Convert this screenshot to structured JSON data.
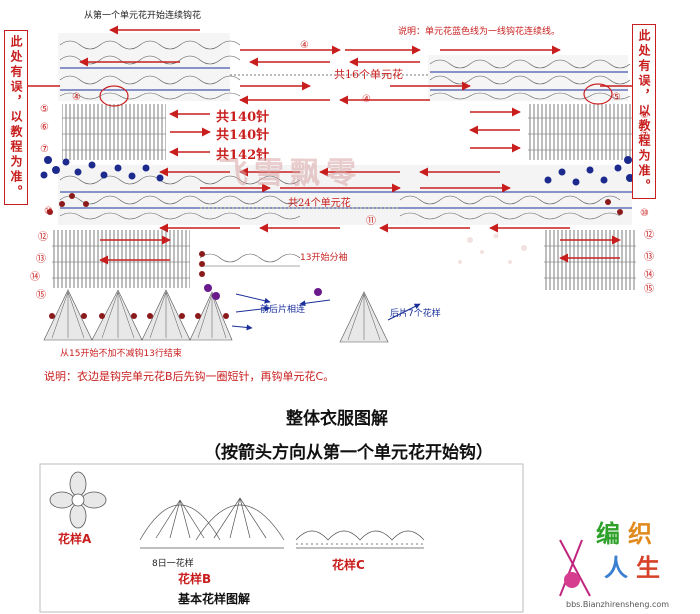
{
  "notes": {
    "left_box": "此处有误，以教程为准。",
    "right_box": "此处有误，以教程为准。",
    "top_start": "从第一个单元花开始连续钩花",
    "top_explain": "说明：单元花蓝色线为一线钩花连续线。",
    "bottom_explain": "说明：衣边是钩完单元花B后先钩一圈短针，再钩单元花C。",
    "from15": "从15开始不加不减钩13行结束",
    "split13": "13开始分袖",
    "front_back_join": "前后片相连",
    "back_7": "后片7个花样"
  },
  "counts": {
    "c140a": "共140针",
    "c140b": "共140针",
    "c142": "共142针",
    "units16": "共16个单元花",
    "units24": "共24个单元花"
  },
  "row_numbers": {
    "r4": "④",
    "r5": "⑤",
    "r6": "⑥",
    "r7": "⑦",
    "r8": "⑧",
    "r9": "⑨",
    "r10": "⑩",
    "r11": "⑪",
    "r12": "⑫",
    "r13": "⑬",
    "r14": "⑭",
    "r15": "⑮"
  },
  "titles": {
    "main": "整体衣服图解",
    "sub": "（按箭头方向从第一个单元花开始钩）"
  },
  "basic": {
    "heading": "基本花样图解",
    "pattern_a": "花样A",
    "pattern_b": "花样B",
    "pattern_c": "花样C",
    "note_8": "8日一花样"
  },
  "watermark": "飞雪飘零",
  "logo": {
    "char1": "编",
    "char2": "织",
    "char3": "人",
    "char4": "生",
    "url": "bbs.Bianzhirensheng.com"
  },
  "colors": {
    "red": "#c81e1e",
    "blue": "#1a2f9a",
    "navy_dot": "#1b2a8c",
    "dark_red_dot": "#8b1a1a",
    "purple_dot": "#6a1a8a"
  }
}
